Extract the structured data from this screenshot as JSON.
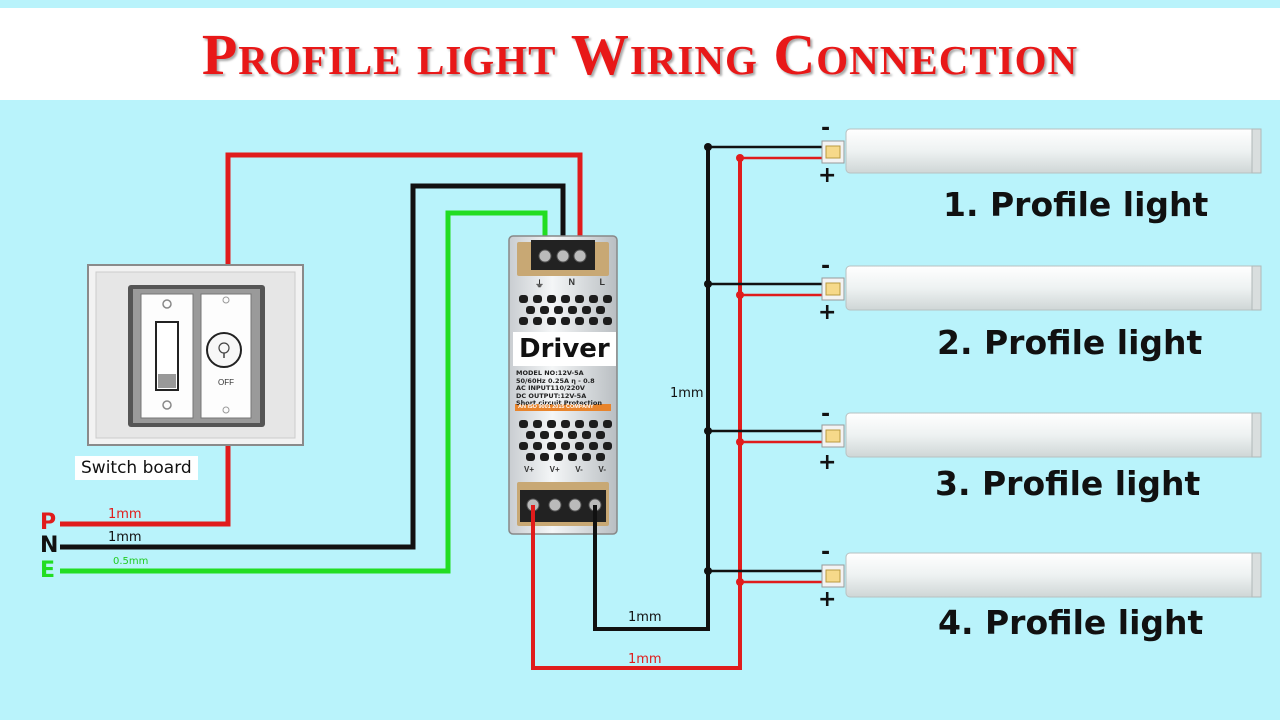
{
  "title": "Profile light Wiring Connection",
  "switch_board": {
    "label": "Switch board",
    "dimmer_text": "OFF"
  },
  "driver": {
    "label": "Driver",
    "input_terminals": [
      "⏚",
      "N",
      "L"
    ],
    "output_terminals": [
      "V+",
      "V+",
      "V-",
      "V-"
    ],
    "spec_lines": [
      "MODEL NO:12V-5A",
      "50/60Hz 0.25A η - 0.8",
      "AC INPUT110/220V",
      "DC OUTPUT:12V-5A",
      "Short circuit Protection"
    ],
    "cert_text": "AN ISO 9001 2015 COMPANY"
  },
  "supply": {
    "lines": [
      {
        "name": "P",
        "color": "#e01c1c",
        "size": "1mm"
      },
      {
        "name": "N",
        "color": "#111111",
        "size": "1mm"
      },
      {
        "name": "E",
        "color": "#22dd22",
        "size": "0.5mm"
      }
    ]
  },
  "wires": {
    "bus_size": "1mm",
    "neg_return": "1mm",
    "pos_return": "1mm"
  },
  "lights": [
    {
      "label": "1. Profile light",
      "minus": "-",
      "plus": "+"
    },
    {
      "label": "2. Profile light",
      "minus": "-",
      "plus": "+"
    },
    {
      "label": "3. Profile light",
      "minus": "-",
      "plus": "+"
    },
    {
      "label": "4. Profile light",
      "minus": "-",
      "plus": "+"
    }
  ],
  "colors": {
    "phase": "#e01c1c",
    "neutral": "#111111",
    "earth": "#22dd22",
    "background": "#b9f3fb",
    "title": "#e81818"
  }
}
